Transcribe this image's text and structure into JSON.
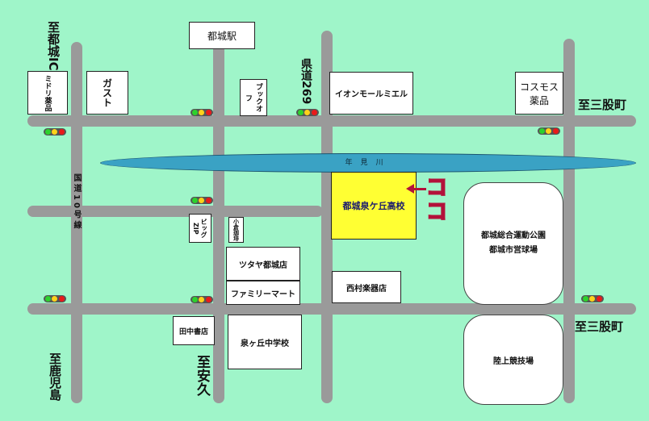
{
  "labels": {
    "to_miyakonojo_ic": "至都城IC",
    "prefectural_road": "県道269",
    "national_road": "国道10号線",
    "to_mimata_top": "至三股町",
    "to_mimata_bottom": "至三股町",
    "to_kagoshima": "至鹿児島",
    "to_yasuhisa": "至安久"
  },
  "river": {
    "name": "年見川"
  },
  "places": {
    "station": "都城駅",
    "midori": "ミドリ薬品",
    "gusto": "ガスト",
    "bookoff": "ブックオフ",
    "aeon": "イオンモールミエル",
    "cosmos": "コスモス薬品",
    "school": "都城泉ケ丘高校",
    "sports_park": "都城総合運動公園\n都城市営球場",
    "stadium": "陸上競技場",
    "zip": "ビッグZIP",
    "komeda": "小倉珈琲",
    "tsutaya": "ツタヤ都城店",
    "familymart": "ファミリーマート",
    "nishimura": "西村楽器店",
    "tanaka": "田中書店",
    "junior_high": "泉ヶ丘中学校"
  },
  "marker": {
    "text": "ココ",
    "color": "#b3123a"
  },
  "colors": {
    "background": "#9ff5c9",
    "road": "#9a9a9a",
    "river": "#3aa2c4",
    "school": "#ffff33"
  },
  "signals": [
    {
      "name": "signal"
    },
    {
      "name": "signal"
    },
    {
      "name": "signal"
    },
    {
      "name": "signal"
    },
    {
      "name": "signal"
    },
    {
      "name": "signal"
    },
    {
      "name": "signal"
    },
    {
      "name": "signal"
    }
  ]
}
